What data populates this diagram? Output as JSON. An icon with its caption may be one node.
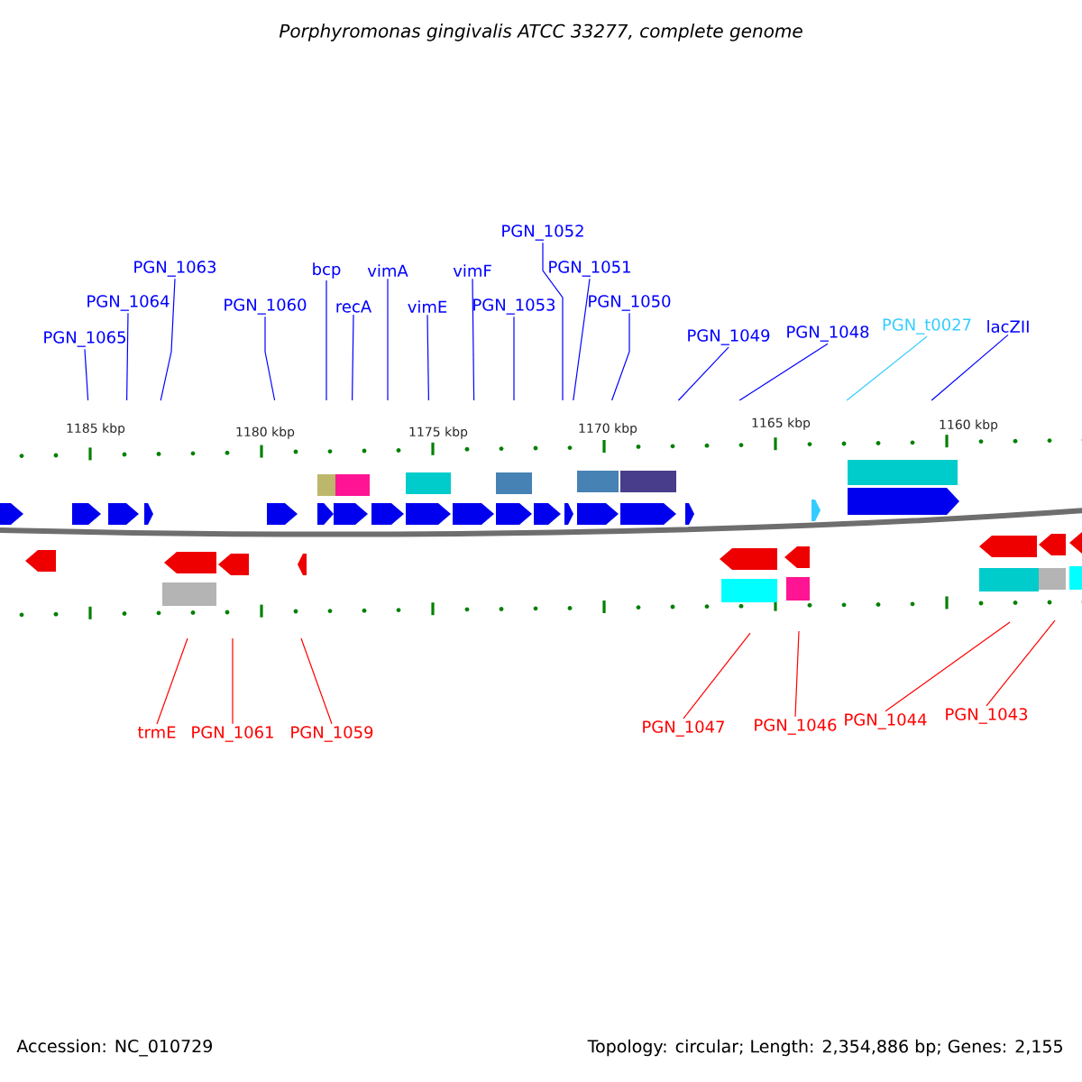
{
  "diagram": {
    "title": "Porphyromonas gingivalis ATCC 33277, complete genome",
    "nodes": [
      {
        "text": [
          "PGN_1065"
        ]
      },
      {
        "text": [
          "PGN_1064"
        ]
      },
      {
        "text": [
          "PGN_1063"
        ]
      },
      {
        "text": [
          "PGN_1060"
        ]
      },
      {
        "text": [
          "bcp"
        ]
      },
      {
        "text": [
          "recA"
        ]
      },
      {
        "text": [
          "vimA"
        ]
      },
      {
        "text": [
          "vimE"
        ]
      },
      {
        "text": [
          "vimF"
        ]
      },
      {
        "text": [
          "PGN_1053"
        ]
      },
      {
        "text": [
          "PGN_1052"
        ]
      },
      {
        "text": [
          "PGN_1051"
        ]
      },
      {
        "text": [
          "PGN_1050"
        ]
      },
      {
        "text": [
          "PGN_1049"
        ]
      },
      {
        "text": [
          "PGN_1048"
        ]
      },
      {
        "text": [
          "PGN_t0027"
        ]
      },
      {
        "text": [
          "lacZII"
        ]
      },
      {
        "text": [
          "trmE"
        ]
      },
      {
        "text": [
          "PGN_1061"
        ]
      },
      {
        "text": [
          "PGN_1059"
        ]
      },
      {
        "text": [
          "PGN_1047"
        ]
      },
      {
        "text": [
          "PGN_1046"
        ]
      },
      {
        "text": [
          "PGN_1044"
        ]
      },
      {
        "text": [
          "PGN_1043"
        ]
      }
    ],
    "edges": [
      {
        "from": 0,
        "to": null,
        "arrow": "none"
      },
      {
        "from": 1,
        "to": null,
        "arrow": "none"
      },
      {
        "from": 2,
        "to": null,
        "arrow": "none"
      },
      {
        "from": 3,
        "to": null,
        "arrow": "none"
      },
      {
        "from": 4,
        "to": null,
        "arrow": "none"
      },
      {
        "from": 5,
        "to": null,
        "arrow": "none"
      },
      {
        "from": 6,
        "to": null,
        "arrow": "none"
      },
      {
        "from": 7,
        "to": null,
        "arrow": "none"
      },
      {
        "from": 8,
        "to": null,
        "arrow": "none"
      },
      {
        "from": 9,
        "to": null,
        "arrow": "none"
      },
      {
        "from": 10,
        "to": null,
        "arrow": "none"
      },
      {
        "from": 11,
        "to": null,
        "arrow": "none"
      },
      {
        "from": 12,
        "to": null,
        "arrow": "none"
      },
      {
        "from": 13,
        "to": null,
        "arrow": "none"
      },
      {
        "from": 14,
        "to": null,
        "arrow": "none"
      },
      {
        "from": 15,
        "to": null,
        "arrow": "none",
        "color": "#33ccff"
      },
      {
        "from": 16,
        "to": null,
        "arrow": "none"
      },
      {
        "from": 17,
        "to": null,
        "arrow": "none",
        "color": "#ff0000"
      },
      {
        "from": 18,
        "to": null,
        "arrow": "none",
        "color": "#ff0000"
      },
      {
        "from": 19,
        "to": null,
        "arrow": "none",
        "color": "#ff0000"
      },
      {
        "from": 20,
        "to": null,
        "arrow": "none",
        "color": "#ff0000"
      },
      {
        "from": 21,
        "to": null,
        "arrow": "none",
        "color": "#ff0000"
      },
      {
        "from": 22,
        "to": null,
        "arrow": "none",
        "color": "#ff0000"
      },
      {
        "from": 23,
        "to": null,
        "arrow": "none",
        "color": "#ff0000"
      }
    ],
    "labels": [
      "1185 kbp",
      "1180 kbp",
      "1175 kbp",
      "1170 kbp",
      "1165 kbp",
      "1160 kbp",
      "Accession: NC_010729",
      "Topology: circular; Length: 2,354,886 bp; Genes: 2,155"
    ]
  }
}
